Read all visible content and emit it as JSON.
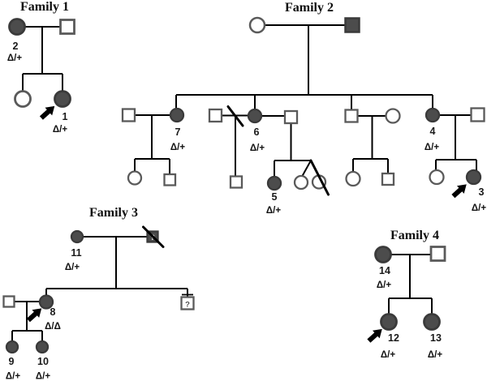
{
  "figure_type": "pedigree-chart",
  "families": [
    {
      "title": "Family 1",
      "individuals": [
        {
          "id": "2",
          "genotype": "Δ/+",
          "sex": "female",
          "affected": true
        },
        {
          "id": "1",
          "genotype": "Δ/+",
          "sex": "female",
          "affected": true,
          "proband": true
        }
      ]
    },
    {
      "title": "Family 2",
      "individuals": [
        {
          "id": "7",
          "genotype": "Δ/+",
          "sex": "female",
          "affected": true
        },
        {
          "id": "6",
          "genotype": "Δ/+",
          "sex": "female",
          "affected": true
        },
        {
          "id": "5",
          "genotype": "Δ/+",
          "sex": "female",
          "affected": true
        },
        {
          "id": "4",
          "genotype": "Δ/+",
          "sex": "female",
          "affected": true
        },
        {
          "id": "3",
          "genotype": "Δ/+",
          "sex": "female",
          "affected": true,
          "proband": true
        }
      ]
    },
    {
      "title": "Family 3",
      "unknown_symbol": "?",
      "individuals": [
        {
          "id": "11",
          "genotype": "Δ/+",
          "sex": "female",
          "affected": true
        },
        {
          "id": "8",
          "genotype": "Δ/Δ",
          "sex": "female",
          "affected": true,
          "proband": true
        },
        {
          "id": "9",
          "genotype": "Δ/+",
          "sex": "female",
          "affected": true
        },
        {
          "id": "10",
          "genotype": "Δ/+",
          "sex": "female",
          "affected": true
        }
      ]
    },
    {
      "title": "Family 4",
      "individuals": [
        {
          "id": "14",
          "genotype": "Δ/+",
          "sex": "female",
          "affected": true
        },
        {
          "id": "12",
          "genotype": "Δ/+",
          "sex": "female",
          "affected": true,
          "proband": true
        },
        {
          "id": "13",
          "genotype": "Δ/+",
          "sex": "female",
          "affected": true
        }
      ]
    }
  ],
  "colors": {
    "affected_fill": "#4c4c4c",
    "symbol_outline": "#5a5a5a",
    "line": "#000000",
    "background": "#ffffff"
  }
}
